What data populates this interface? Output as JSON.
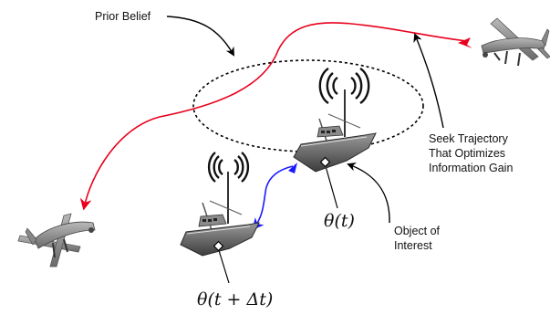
{
  "labels": {
    "prior_belief": "Prior Belief",
    "seek_line1": "Seek Trajectory",
    "seek_line2": "That Optimizes",
    "seek_line3": "Information Gain",
    "object_line1": "Object of",
    "object_line2": "Interest",
    "theta_t": "θ(t)",
    "theta_t_dt": "θ(t + Δt)"
  },
  "colors": {
    "trajectory": "#e8001c",
    "object_motion": "#1a1aff",
    "annotation": "#000000",
    "belief_ellipse": "#000000",
    "boat": "#7a7a7a",
    "drone": "#8c8c8c"
  },
  "icons": [
    "drone-icon",
    "boat-icon",
    "signal-waves-icon"
  ]
}
